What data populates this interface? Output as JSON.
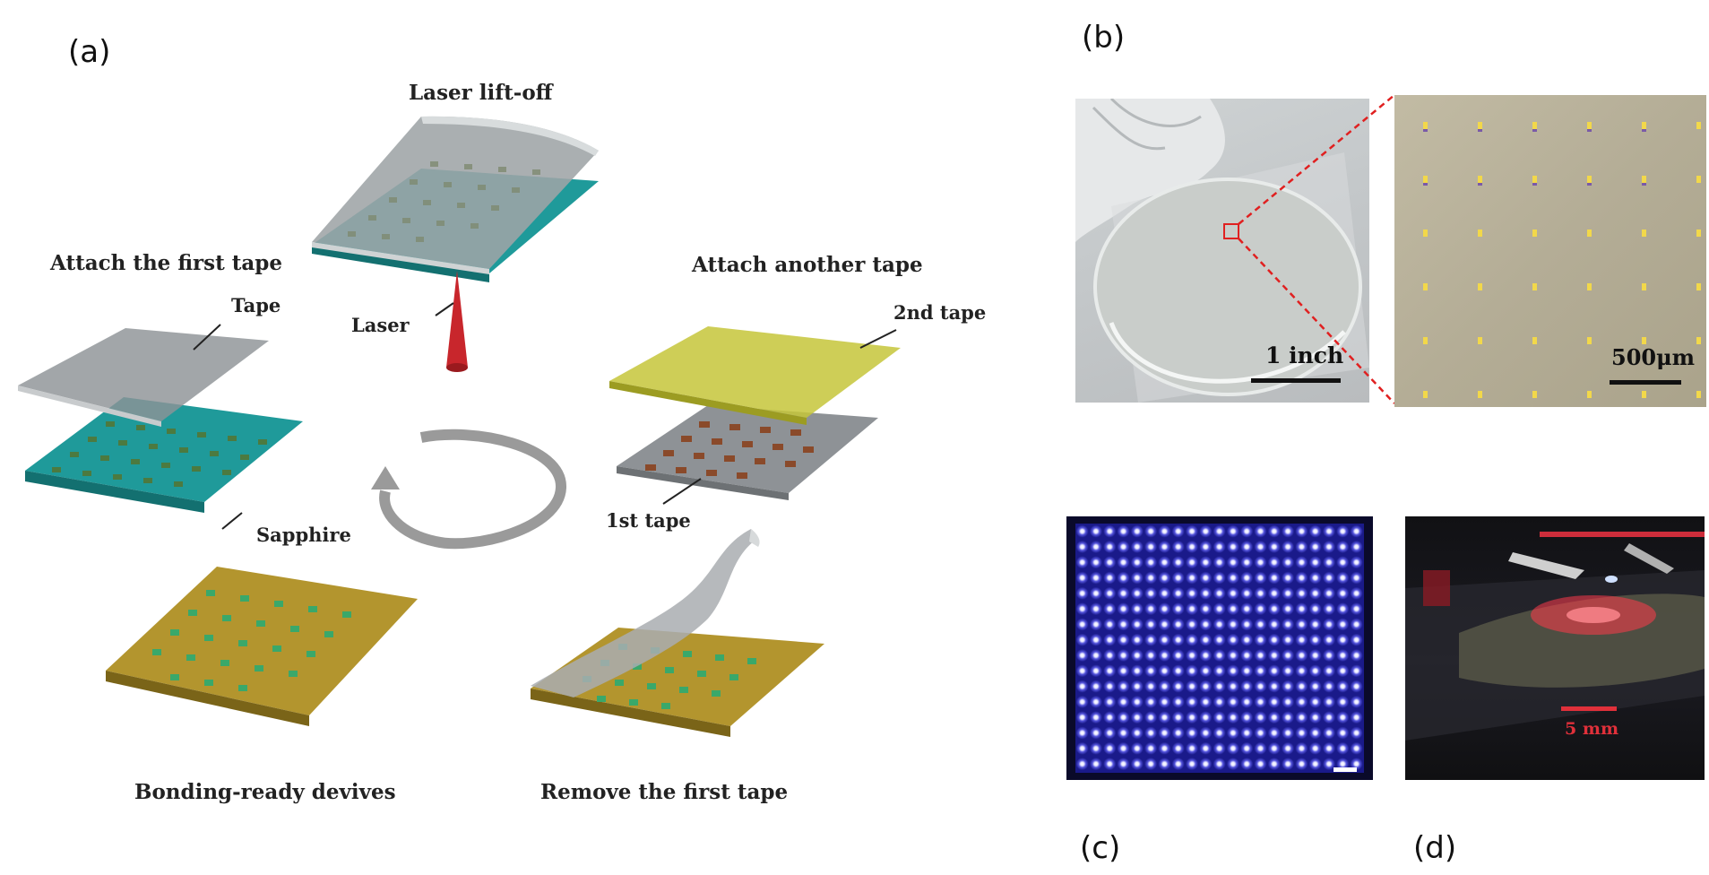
{
  "panels": {
    "a": "(a)",
    "b": "(b)",
    "c": "(c)",
    "d": "(d)"
  },
  "diagram_a": {
    "steps": {
      "laser_liftoff": "Laser lift-off",
      "attach_first": "Attach the first tape",
      "attach_another": "Attach another tape",
      "bonding_ready": "Bonding-ready devives",
      "remove_first": "Remove the first tape"
    },
    "labels": {
      "laser": "Laser",
      "tape": "Tape",
      "sapphire": "Sapphire",
      "second_tape": "2nd  tape",
      "first_tape": "1st tape"
    }
  },
  "panel_b": {
    "scale_left": "1 inch",
    "scale_right": "500μm"
  },
  "panel_d": {
    "scale": "5 mm"
  },
  "colors": {
    "sapphire": "#1f9a9a",
    "tape_gray": "#8e9296",
    "tape_yellow": "#c6c63a",
    "substrate_gold": "#b3952e",
    "chip_green": "#3aa86a",
    "chip_brown": "#8a4a2a",
    "laser_red": "#c8262c",
    "arrow_gray": "#9a9a9a",
    "zoom_red": "#e02020"
  }
}
